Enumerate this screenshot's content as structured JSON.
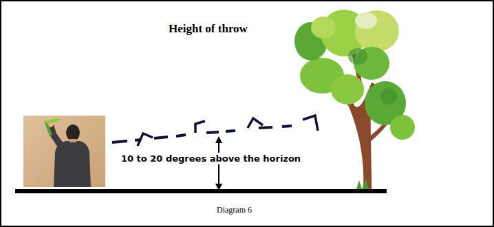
{
  "diagram": {
    "title": "Height of throw",
    "caption": "Diagram 6",
    "labels": [
      "10 to 20 degrees above the horizon"
    ]
  }
}
